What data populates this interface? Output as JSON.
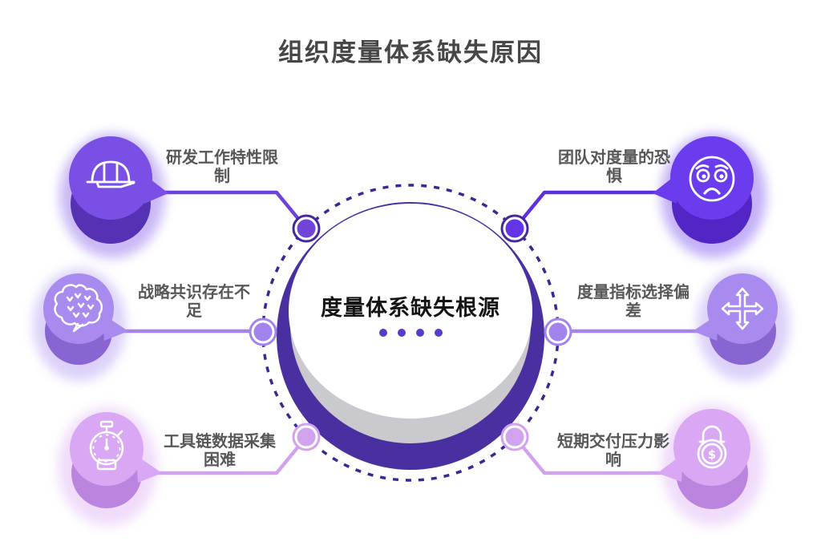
{
  "title": "组织度量体系缺失原因",
  "center": {
    "label": "度量体系缺失根源",
    "dot_count": 4,
    "colors": {
      "rim": "#4a2fa0",
      "face": "#ffffff",
      "face_shadow": "#cac9ce",
      "dashed_ring": "#3a2794",
      "dots": "#5a3bc8"
    }
  },
  "nodes": [
    {
      "position": "top-left",
      "label": "研发工作特性限制",
      "icon": "hard-hat-icon",
      "colors": {
        "light": "#7a4fe6",
        "dark": "#5531b4",
        "line": "#6d42d8",
        "dot": "#7243d8",
        "dot_ring": "#43289e"
      }
    },
    {
      "position": "middle-left",
      "label": "战略共识存在不足",
      "icon": "brain-icon",
      "colors": {
        "light": "#a98bf0",
        "dark": "#8866d2",
        "line": "#a284ec",
        "dot": "#a284ec",
        "dot_ring": "#a284ec"
      }
    },
    {
      "position": "bottom-left",
      "label": "工具链数据采集困难",
      "icon": "stopwatch-icon",
      "colors": {
        "light": "#d9a7f3",
        "dark": "#bb84de",
        "line": "#d3a2ee",
        "dot": "#d3a2ee",
        "dot_ring": "#d3a2ee"
      }
    },
    {
      "position": "top-right",
      "label": "团队对度量的恐惧",
      "icon": "scared-face-icon",
      "colors": {
        "light": "#6b3bee",
        "dark": "#5226c4",
        "line": "#5e30dd",
        "dot": "#6335e6",
        "dot_ring": "#43289e"
      }
    },
    {
      "position": "middle-right",
      "label": "度量指标选择偏差",
      "icon": "direction-cross-icon",
      "colors": {
        "light": "#a98bf0",
        "dark": "#8866d2",
        "line": "#a284ec",
        "dot": "#a284ec",
        "dot_ring": "#a284ec"
      }
    },
    {
      "position": "bottom-right",
      "label": "短期交付压力影响",
      "icon": "money-lock-icon",
      "colors": {
        "light": "#d9a7f3",
        "dark": "#bb84de",
        "line": "#d3a2ee",
        "dot": "#d3a2ee",
        "dot_ring": "#d3a2ee"
      }
    }
  ],
  "text_colors": {
    "title": "#474747",
    "node_label": "#57575a",
    "center_label": "#141414"
  }
}
